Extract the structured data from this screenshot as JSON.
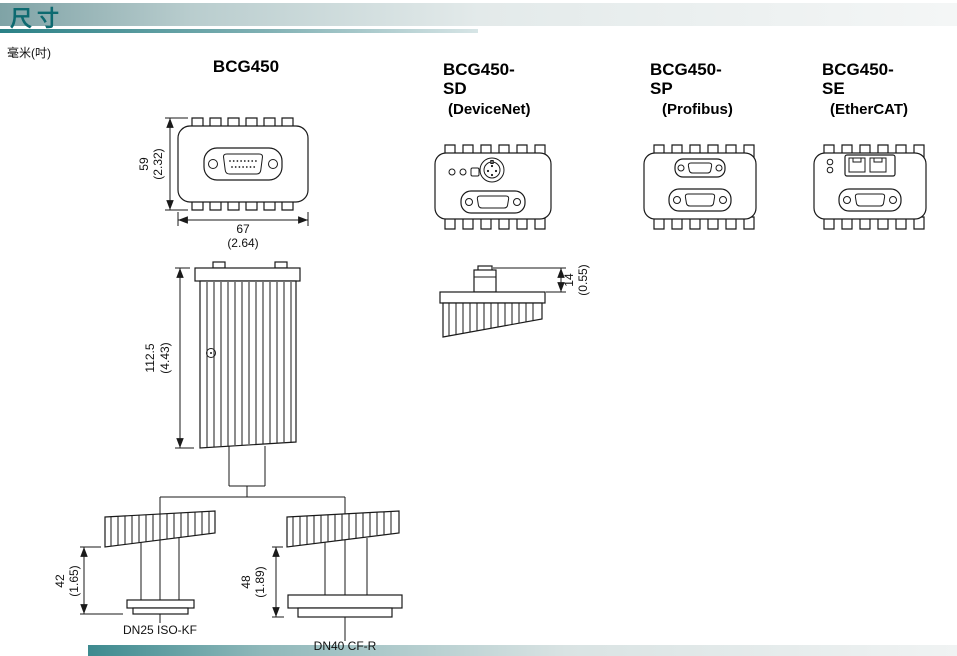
{
  "page": {
    "title": "尺寸",
    "units_label": "毫米(吋)"
  },
  "products": [
    {
      "name": "BCG450",
      "protocol": ""
    },
    {
      "name": "BCG450-SD",
      "protocol": "(DeviceNet)"
    },
    {
      "name": "BCG450-SP",
      "protocol": "(Profibus)"
    },
    {
      "name": "BCG450-SE",
      "protocol": "(EtherCAT)"
    }
  ],
  "dimensions": {
    "front": {
      "height_mm": "59",
      "height_in": "(2.32)",
      "width_mm": "67",
      "width_in": "(2.64)"
    },
    "side": {
      "height_mm": "112.5",
      "height_in": "(4.43)"
    },
    "sd_connector": {
      "height_mm": "14",
      "height_in": "(0.55)"
    },
    "kf_option": {
      "height_mm": "42",
      "height_in": "(1.65)",
      "label": "DN25 ISO-KF"
    },
    "cf_option": {
      "height_mm": "48",
      "height_in": "(1.89)",
      "label": "DN40 CF-R"
    }
  },
  "colors": {
    "accent_teal": "#2a8186",
    "line_color": "#1a1a1a"
  }
}
